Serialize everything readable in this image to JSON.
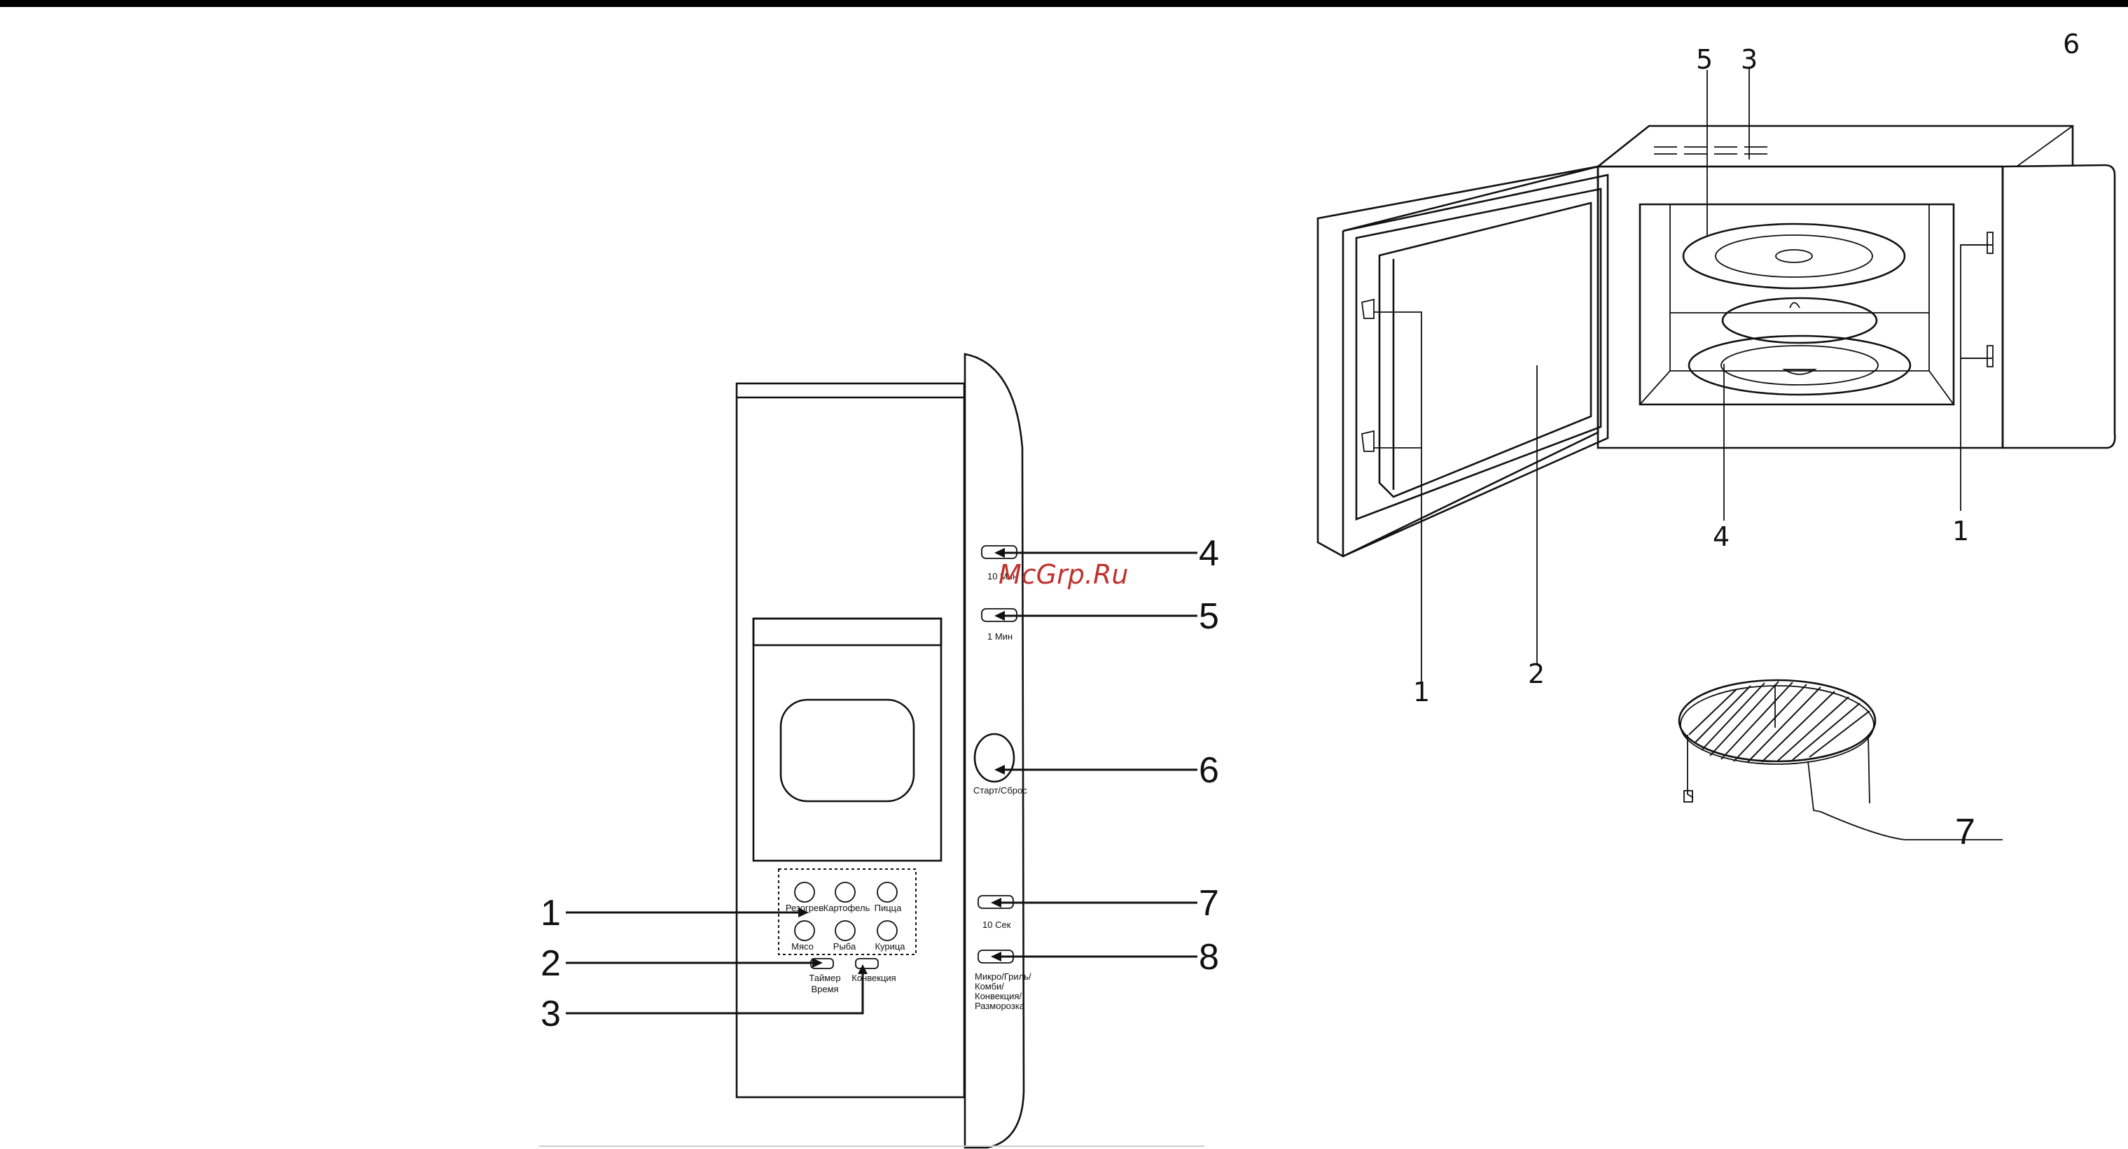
{
  "panel_labels": {
    "reheat": "Резогрев",
    "potato": "Картофель",
    "pizza": "Пицца",
    "meat": "Мясо",
    "fish": "Рыба",
    "chicken": "Курица",
    "timer_line1": "Таймер",
    "timer_line2": "Время",
    "convection": "Конвекция",
    "ten_min": "10 Мин",
    "one_min": "1 Мин",
    "start_reset": "Старт/Сброс",
    "ten_sec": "10 Сек",
    "mode_line1": "Микро/Гриль/",
    "mode_line2": "Комби/",
    "mode_line3": "Конвекция/",
    "mode_line4": "Разморозка"
  },
  "panel_callouts": [
    "1",
    "2",
    "3",
    "4",
    "5",
    "6",
    "7",
    "8"
  ],
  "oven_callouts": {
    "door_latch": "1",
    "door_glass": "2",
    "vent": "3",
    "turntable_ring": "4",
    "turntable": "5",
    "control_panel": "6",
    "interlock": "1"
  },
  "rack_callout": "7",
  "watermark": "McGrp.Ru"
}
